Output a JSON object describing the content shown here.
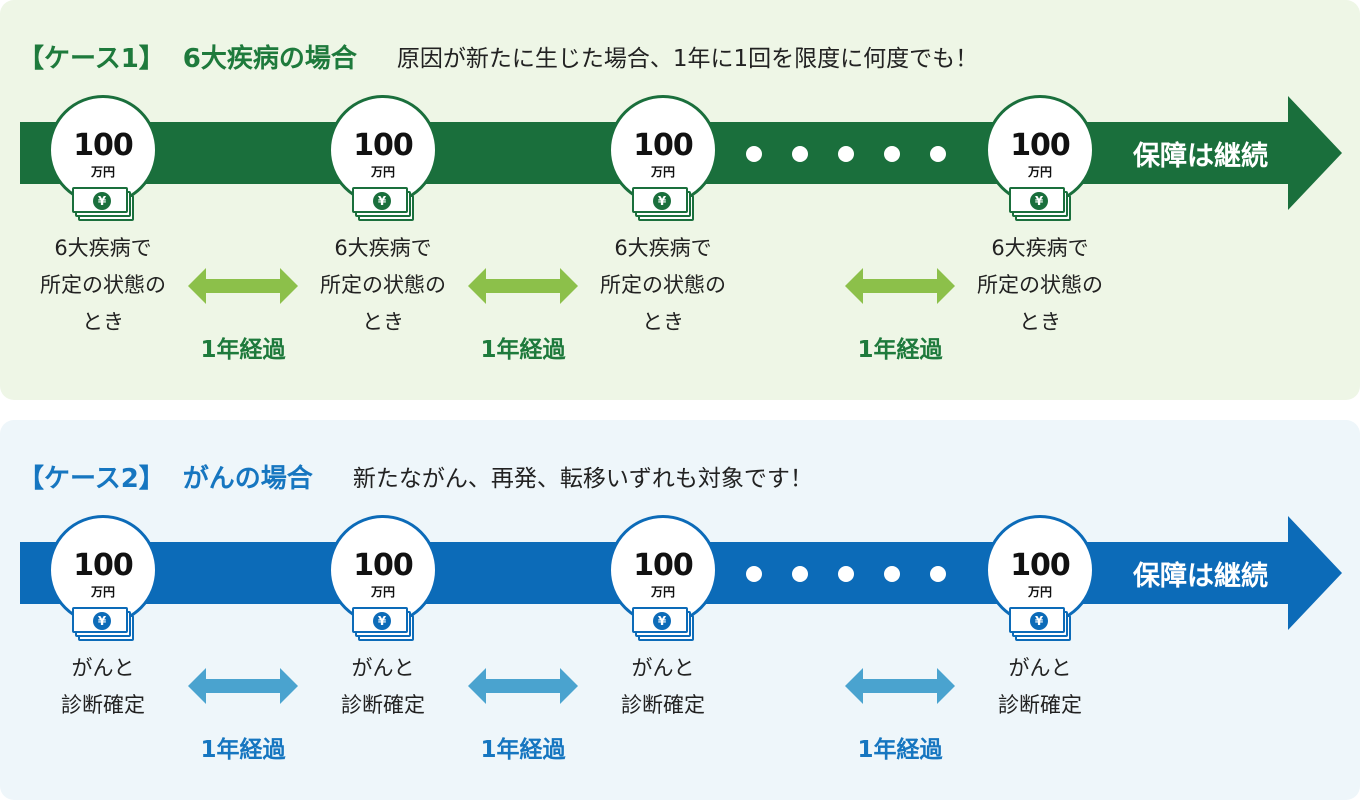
{
  "case1": {
    "label": "【ケース1】",
    "title": "6大疾病の場合",
    "description": "原因が新たに生じた場合、1年に1回を限度に何度でも！",
    "benefit_amount": "100",
    "benefit_unit": "万円",
    "bill_symbol": "¥",
    "continue_label": "保障は継続",
    "event_label": "6大疾病で\n所定の状態の\nとき",
    "interval_label": "1年経過",
    "colors": {
      "band": "#1a6f3c",
      "accent": "#1e7a3c",
      "interval_arrow": "#8cc04a",
      "background": "#eef6e6"
    }
  },
  "case2": {
    "label": "【ケース2】",
    "title": "がんの場合",
    "description": "新たながん、再発、転移いずれも対象です！",
    "benefit_amount": "100",
    "benefit_unit": "万円",
    "bill_symbol": "¥",
    "continue_label": "保障は継続",
    "event_label": "がんと\n診断確定",
    "interval_label": "1年経過",
    "colors": {
      "band": "#0c6bb8",
      "accent": "#1676c0",
      "interval_arrow": "#4aa3cf",
      "background": "#eef6fa"
    }
  }
}
